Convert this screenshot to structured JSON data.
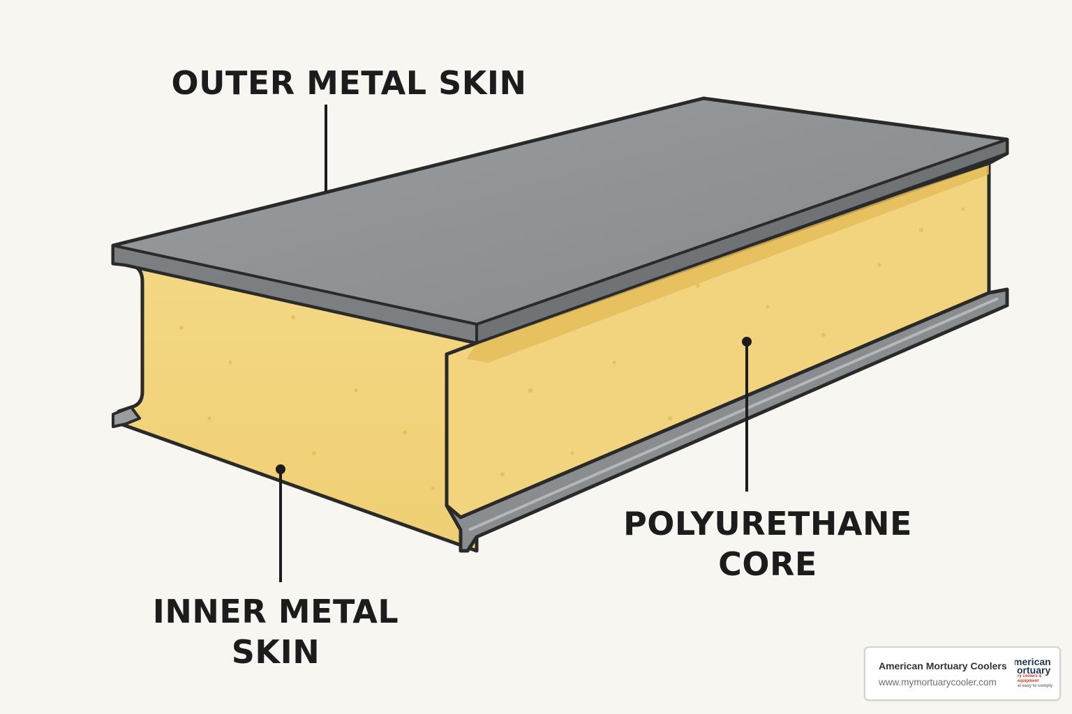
{
  "labels": {
    "outer_metal_skin": "OUTER METAL SKIN",
    "inner_metal_skin_line1": "INNER METAL",
    "inner_metal_skin_line2": "SKIN",
    "polyurethane_core_line1": "POLYURETHANE",
    "polyurethane_core_line2": "CORE"
  },
  "badge": {
    "company_name": "American Mortuary Coolers",
    "url": "www.mymortuarycooler.com",
    "logo_line1": "merican",
    "logo_line2": "ortuary",
    "logo_line3": "ry coolers & equipment",
    "logo_line4": "el easy to comply"
  },
  "colors": {
    "background": "#f7f6f0",
    "metal_top": "#8e9194",
    "metal_edge": "#6f7275",
    "foam": "#f2d47e",
    "foam_shade": "#e6bf5c",
    "outline": "#2a2a2a",
    "label_text": "#1c1c1c"
  }
}
